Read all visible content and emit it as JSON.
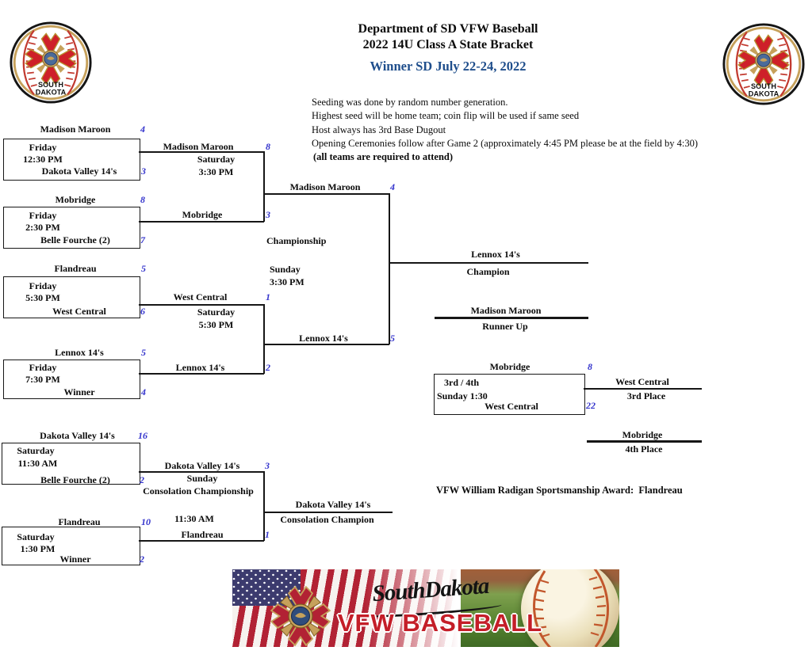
{
  "header": {
    "title_line1": "Department of SD VFW Baseball",
    "title_line2": "2022 14U Class A State Bracket",
    "subtitle": "Winner SD July 22-24, 2022",
    "subtitle_color": "#1F4E8C"
  },
  "notes": [
    "Seeding was done by random number generation.",
    "Highest seed will be home team; coin flip will be used if same seed",
    "Host always has 3rd Base Dugout",
    "Opening Ceremonies follow after Game 2 (approximately 4:45 PM please be at the field by 4:30)",
    "(all teams are required to attend)"
  ],
  "logo": {
    "line1": "SOUTH",
    "line2": "DAKOTA"
  },
  "colors": {
    "score_blue": "#3333CC",
    "subtitle_blue": "#1F4E8C",
    "banner_red": "#C41E28"
  },
  "bracket": {
    "game1": {
      "top_team": "Madison Maroon",
      "top_score": "4",
      "day": "Friday",
      "time": "12:30 PM",
      "bottom_team": "Dakota Valley 14's",
      "bottom_score": "3"
    },
    "game2": {
      "top_team": "Mobridge",
      "top_score": "8",
      "day": "Friday",
      "time": "2:30 PM",
      "bottom_team": "Belle Fourche (2)",
      "bottom_score": "7"
    },
    "game3": {
      "top_team": "Flandreau",
      "top_score": "5",
      "day": "Friday",
      "time": "5:30 PM",
      "bottom_team": "West Central",
      "bottom_score": "6"
    },
    "game4": {
      "top_team": "Lennox 14's",
      "top_score": "5",
      "day": "Friday",
      "time": "7:30 PM",
      "bottom_team": "Winner",
      "bottom_score": "4"
    },
    "semi1": {
      "top_team": "Madison Maroon",
      "top_score": "8",
      "day": "Saturday",
      "time": "3:30 PM",
      "bottom_team": "Mobridge",
      "bottom_score": "3"
    },
    "semi2": {
      "top_team": "West Central",
      "top_score": "1",
      "day": "Saturday",
      "time": "5:30 PM",
      "bottom_team": "Lennox 14's",
      "bottom_score": "2"
    },
    "final": {
      "label": "Championship",
      "day": "Sunday",
      "time": "3:30 PM",
      "top_team": "Madison Maroon",
      "top_score": "4",
      "bottom_team": "Lennox 14's",
      "bottom_score": "5"
    },
    "champion": {
      "team": "Lennox 14's",
      "label": "Champion"
    },
    "runner_up": {
      "team": "Madison Maroon",
      "label": "Runner Up"
    },
    "third_fourth": {
      "label": "3rd / 4th",
      "day_time": "Sunday 1:30",
      "top_team": "Mobridge",
      "top_score": "8",
      "bottom_team": "West Central",
      "bottom_score": "22"
    },
    "third_place": {
      "team": "West Central",
      "label": "3rd Place"
    },
    "fourth_place": {
      "team": "Mobridge",
      "label": "4th Place"
    }
  },
  "consolation": {
    "game1": {
      "top_team": "Dakota Valley 14's",
      "top_score": "16",
      "day": "Saturday",
      "time": "11:30 AM",
      "bottom_team": "Belle Fourche (2)",
      "bottom_score": "2"
    },
    "game2": {
      "top_team": "Flandreau",
      "top_score": "10",
      "day": "Saturday",
      "time": "1:30 PM",
      "bottom_team": "Winner",
      "bottom_score": "2"
    },
    "final": {
      "top_team": "Dakota Valley 14's",
      "top_score": "3",
      "day": "Sunday",
      "label": "Consolation Championship",
      "time": "11:30 AM",
      "bottom_team": "Flandreau",
      "bottom_score": "1"
    },
    "champion": {
      "team": "Dakota Valley 14's",
      "label": "Consolation Champion"
    }
  },
  "award": "VFW William Radigan Sportsmanship Award:  Flandreau",
  "banner": {
    "script_text": "SouthDakota",
    "main_text": "VFW BASEBALL"
  }
}
